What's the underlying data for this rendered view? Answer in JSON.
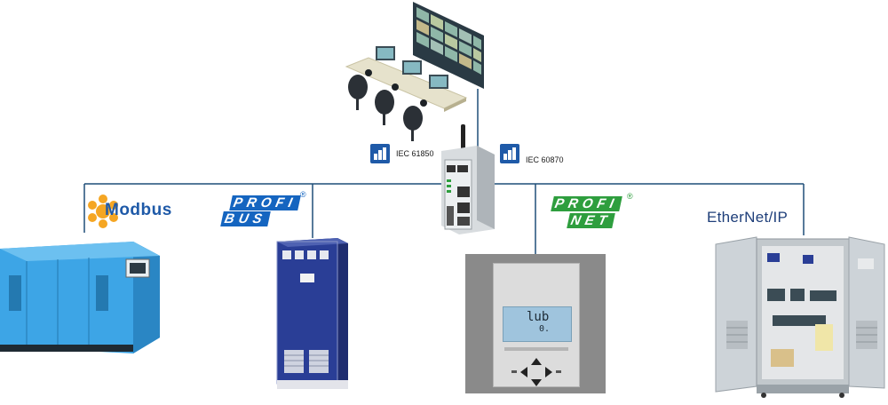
{
  "protocols": {
    "iec_left": "IEC 61850",
    "iec_right": "IEC 60870",
    "modbus": "Modbus",
    "profibus_line1": "PROFI",
    "profibus_line2": "BUS",
    "profinet_line1": "PROFI",
    "profinet_line2": "NET",
    "ethernetip": "EtherNet/IP",
    "registered": "®"
  },
  "relay_display": {
    "line1": "lub",
    "line2": "0."
  },
  "colors": {
    "network_line": "#1f4e79",
    "profibus_blue": "#1565c0",
    "profinet_green": "#2e9e3e",
    "modbus_blue": "#1f5aa8",
    "modbus_orange": "#f5a623",
    "generator_blue": "#2f8fd4",
    "cabinet_blue": "#2a3e96"
  },
  "icons": [
    "control-room-icon",
    "gateway-device-icon",
    "generator-icon",
    "switchgear-cabinet-icon",
    "protection-relay-icon",
    "electrical-panel-icon"
  ]
}
